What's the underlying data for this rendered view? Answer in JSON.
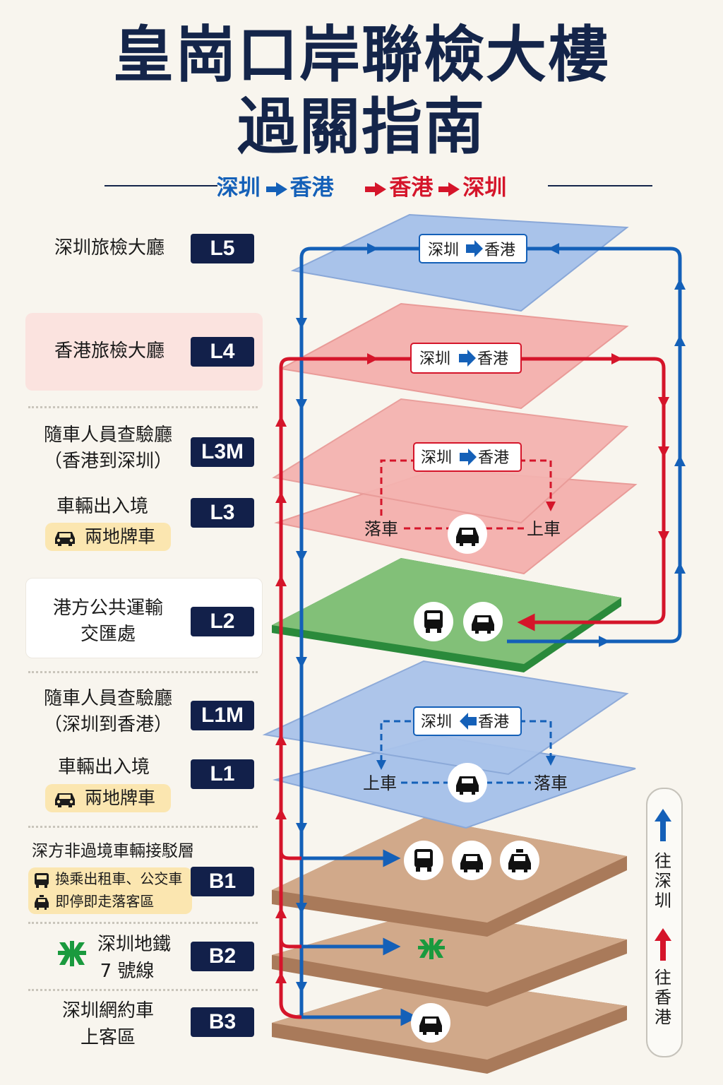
{
  "title": {
    "line1": "皇崗口岸聯檢大樓",
    "line2": "過關指南"
  },
  "legend": {
    "blue_from": "深圳",
    "blue_to": "香港",
    "red_from": "香港",
    "red_to": "深圳"
  },
  "levels": [
    {
      "badge": "L5",
      "label": "深圳旅檢大廳"
    },
    {
      "badge": "L4",
      "label": "香港旅檢大廳"
    },
    {
      "badge": "L3M",
      "label": "隨車人員查驗廳",
      "sub": "（香港到深圳）"
    },
    {
      "badge": "L3",
      "label": "車輛出入境",
      "pill": "兩地牌車"
    },
    {
      "badge": "L2",
      "label": "港方公共運輸",
      "sub": "交匯處"
    },
    {
      "badge": "L1M",
      "label": "隨車人員查驗廳",
      "sub": "（深圳到香港）"
    },
    {
      "badge": "L1",
      "label": "車輛出入境",
      "pill": "兩地牌車"
    },
    {
      "badge": "B1",
      "label": "深方非過境車輛接駁層",
      "pill_lines": [
        "換乘出租車、公交車",
        "即停即走落客區"
      ]
    },
    {
      "badge": "B2",
      "label": "深圳地鐵",
      "sub": "7 號線"
    },
    {
      "badge": "B3",
      "label": "深圳網約車",
      "sub": "上客區"
    }
  ],
  "floor_boxes": {
    "l5": {
      "from": "深圳",
      "to": "香港"
    },
    "l4": {
      "from": "深圳",
      "to": "香港"
    },
    "l3m": {
      "from": "深圳",
      "to": "香港"
    },
    "l1m": {
      "from": "深圳",
      "to": "香港"
    }
  },
  "l3_labels": {
    "left": "落車",
    "right": "上車"
  },
  "l1_labels": {
    "left": "上車",
    "right": "落車"
  },
  "side_legend": {
    "blue": "往深圳",
    "red": "往香港"
  },
  "colors": {
    "blue": "#1460b8",
    "red": "#d5152a",
    "navy": "#12204a",
    "floor_blue": "#a9c3ea",
    "floor_pink": "#f4b3b0",
    "floor_green": "#82c078",
    "floor_tan": "#d1a98a"
  },
  "icons": [
    "bus-icon",
    "car-icon",
    "taxi-icon",
    "metro-logo-icon"
  ]
}
